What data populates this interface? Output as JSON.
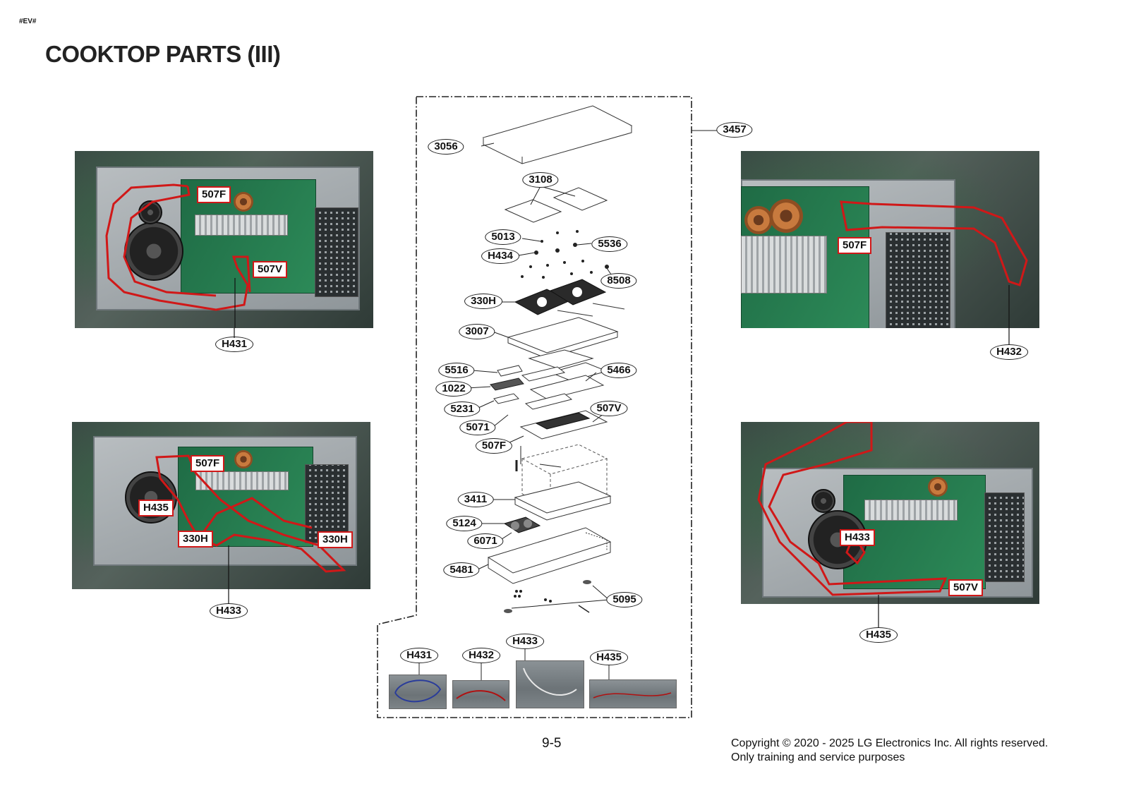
{
  "header": {
    "tag": "#EV#",
    "title": "COOKTOP PARTS (III)"
  },
  "photos": {
    "top_left": {
      "labels": [
        "507F",
        "507V"
      ],
      "callout": "H431"
    },
    "top_right": {
      "labels": [
        "507F"
      ],
      "callout": "H432"
    },
    "bottom_left": {
      "labels": [
        "507F",
        "H435",
        "330H",
        "330H"
      ],
      "callout": "H433"
    },
    "bottom_right": {
      "labels": [
        "H433",
        "507V"
      ],
      "callout": "H435"
    }
  },
  "exploded_view": {
    "callouts": [
      "3457",
      "3056",
      "3108",
      "5013",
      "5536",
      "H434",
      "8508",
      "330H",
      "3007",
      "5516",
      "5466",
      "1022",
      "5231",
      "507V",
      "5071",
      "507F",
      "3411",
      "5124",
      "6071",
      "5481",
      "5095"
    ],
    "harnesses": [
      "H431",
      "H432",
      "H433",
      "H435"
    ]
  },
  "colors": {
    "route_red": "#d01818",
    "text": "#111111",
    "pcb_green": "#2c8a58"
  },
  "footer": {
    "page_number": "9-5",
    "copyright": "Copyright © 2020 - 2025 LG Electronics Inc. All rights reserved.",
    "notice": "Only training and service purposes"
  }
}
